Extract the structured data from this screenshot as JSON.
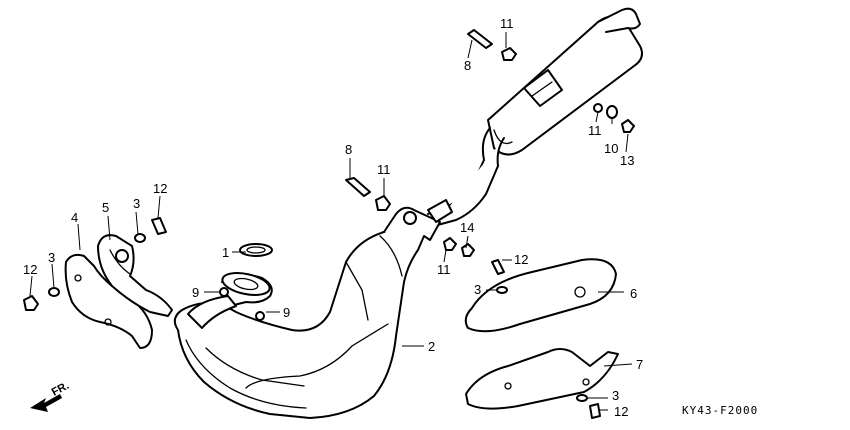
{
  "diagram_code": "KY43-F2000",
  "direction_label": "FR.",
  "callouts": {
    "p1": "1",
    "p2": "2",
    "p3a": "3",
    "p3b": "3",
    "p3c": "3",
    "p3d": "3",
    "p4": "4",
    "p5": "5",
    "p6": "6",
    "p7": "7",
    "p8a": "8",
    "p8b": "8",
    "p9a": "9",
    "p9b": "9",
    "p10": "10",
    "p11a": "11",
    "p11b": "11",
    "p11c": "11",
    "p11d": "11",
    "p12a": "12",
    "p12b": "12",
    "p12c": "12",
    "p12d": "12",
    "p13": "13",
    "p14": "14"
  }
}
